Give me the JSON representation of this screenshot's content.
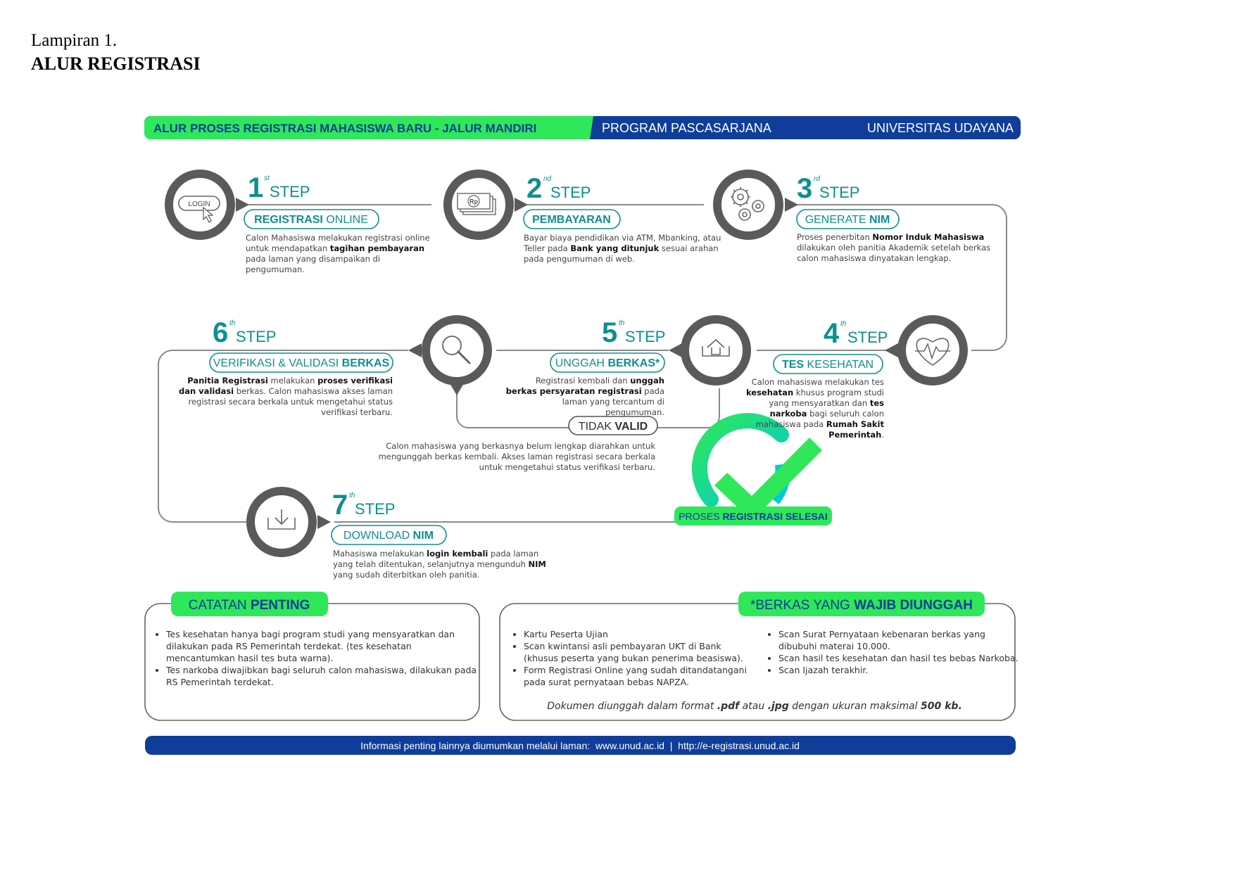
{
  "doc": {
    "lampiran": "Lampiran 1.",
    "title": "ALUR REGISTRASI"
  },
  "banner": {
    "left": "ALUR PROSES REGISTRASI MAHASISWA BARU - JALUR MANDIRI",
    "middle": "PROGRAM PASCASARJANA",
    "right": "UNIVERSITAS UDAYANA"
  },
  "steps": [
    {
      "number": "1",
      "suffix": "st",
      "word": "STEP",
      "label_pre": "REGISTRASI",
      "label_bold": "ONLINE",
      "icon_text": "LOGIN",
      "desc": "Calon Mahasiswa melakukan registrasi online untuk mendapatkan <b>tagihan pembayaran</b> pada laman yang disampaikan di pengumuman."
    },
    {
      "number": "2",
      "suffix": "nd",
      "word": "STEP",
      "label_pre": "",
      "label_bold": "PEMBAYARAN",
      "icon_text": "Rp",
      "desc": "Bayar biaya pendidikan via ATM, Mbanking, atau Teller pada <b>Bank yang ditunjuk</b> sesuai arahan pada pengumuman di web."
    },
    {
      "number": "3",
      "suffix": "rd",
      "word": "STEP",
      "label_pre": "GENERATE",
      "label_bold": "NIM",
      "desc": "Proses penerbitan <b>Nomor Induk Mahasiswa</b> dilakukan oleh panitia Akademik setelah berkas calon mahasiswa dinyatakan lengkap."
    },
    {
      "number": "4",
      "suffix": "th",
      "word": "STEP",
      "label_pre": "TES",
      "label_bold": "KESEHATAN",
      "desc": "Calon mahasiswa melakukan tes <b>kesehatan</b> khusus program studi yang mensyaratkan dan <b>tes narkoba</b> bagi seluruh calon mahasiswa pada <b>Rumah Sakit Pemerintah</b>."
    },
    {
      "number": "5",
      "suffix": "th",
      "word": "STEP",
      "label_pre": "UNGGAH",
      "label_bold": "BERKAS*",
      "desc": "Registrasi kembali dan <b>unggah berkas persyaratan registrasi</b> pada laman yang tercantum di pengumuman."
    },
    {
      "number": "6",
      "suffix": "th",
      "word": "STEP",
      "label_pre": "VERIFIKASI & VALIDASI",
      "label_bold": "BERKAS",
      "desc": "<b>Panitia Registrasi</b> melakukan <b>proses verifikasi dan validasi</b> berkas. Calon mahasiswa akses laman registrasi secara berkala untuk mengetahui status verifikasi terbaru."
    },
    {
      "number": "7",
      "suffix": "th",
      "word": "STEP",
      "label_pre": "DOWNLOAD",
      "label_bold": "NIM",
      "desc": "Mahasiswa melakukan <b>login kembali</b> pada laman yang telah ditentukan, selanjutnya mengunduh <b>NIM</b> yang sudah diterbitkan oleh panitia."
    }
  ],
  "invalid": {
    "label_pre": "TIDAK",
    "label_bold": "VALID",
    "desc": "Calon mahasiswa yang berkasnya belum lengkap diarahkan untuk mengunggah berkas kembali. Akses laman registrasi secara berkala untuk mengetahui status verifikasi terbaru."
  },
  "done": {
    "label_pre": "PROSES",
    "label_bold": "REGISTRASI SELESAI"
  },
  "notes": {
    "header_pre": "CATATAN",
    "header_bold": "PENTING",
    "items": [
      "Tes kesehatan hanya bagi program studi yang mensyaratkan dan dilakukan pada RS Pemerintah terdekat. (tes kesehatan mencantumkan hasil tes buta warna).",
      "Tes narkoba diwajibkan bagi seluruh calon mahasiswa, dilakukan pada RS Pemerintah terdekat."
    ]
  },
  "berkas": {
    "header_pre": "*BERKAS YANG",
    "header_bold": "WAJIB DIUNGGAH",
    "left_items": [
      "Kartu Peserta Ujian",
      "Scan kwintansi asli pembayaran UKT di Bank (khusus peserta yang bukan penerima beasiswa).",
      "Form Registrasi Online yang sudah ditandatangani pada surat pernyataan bebas NAPZA."
    ],
    "right_items": [
      "Scan Surat Pernyataan kebenaran berkas yang dibubuhi materai 10.000.",
      "Scan hasil tes kesehatan dan hasil tes bebas Narkoba.",
      "Scan Ijazah terakhir."
    ],
    "note": "Dokumen diunggah dalam format <b>.pdf</b> atau <b>.jpg</b> dengan ukuran maksimal <b>500 kb.</b>"
  },
  "footer": "Informasi penting lainnya diumumkan melalui laman:  www.unud.ac.id  |  http://e-registrasi.unud.ac.id",
  "colors": {
    "green": "#2ee85a",
    "blue": "#0f3d99",
    "teal": "#0e8f8f",
    "ring": "#5a5a5a",
    "line": "#8a8a8a"
  }
}
